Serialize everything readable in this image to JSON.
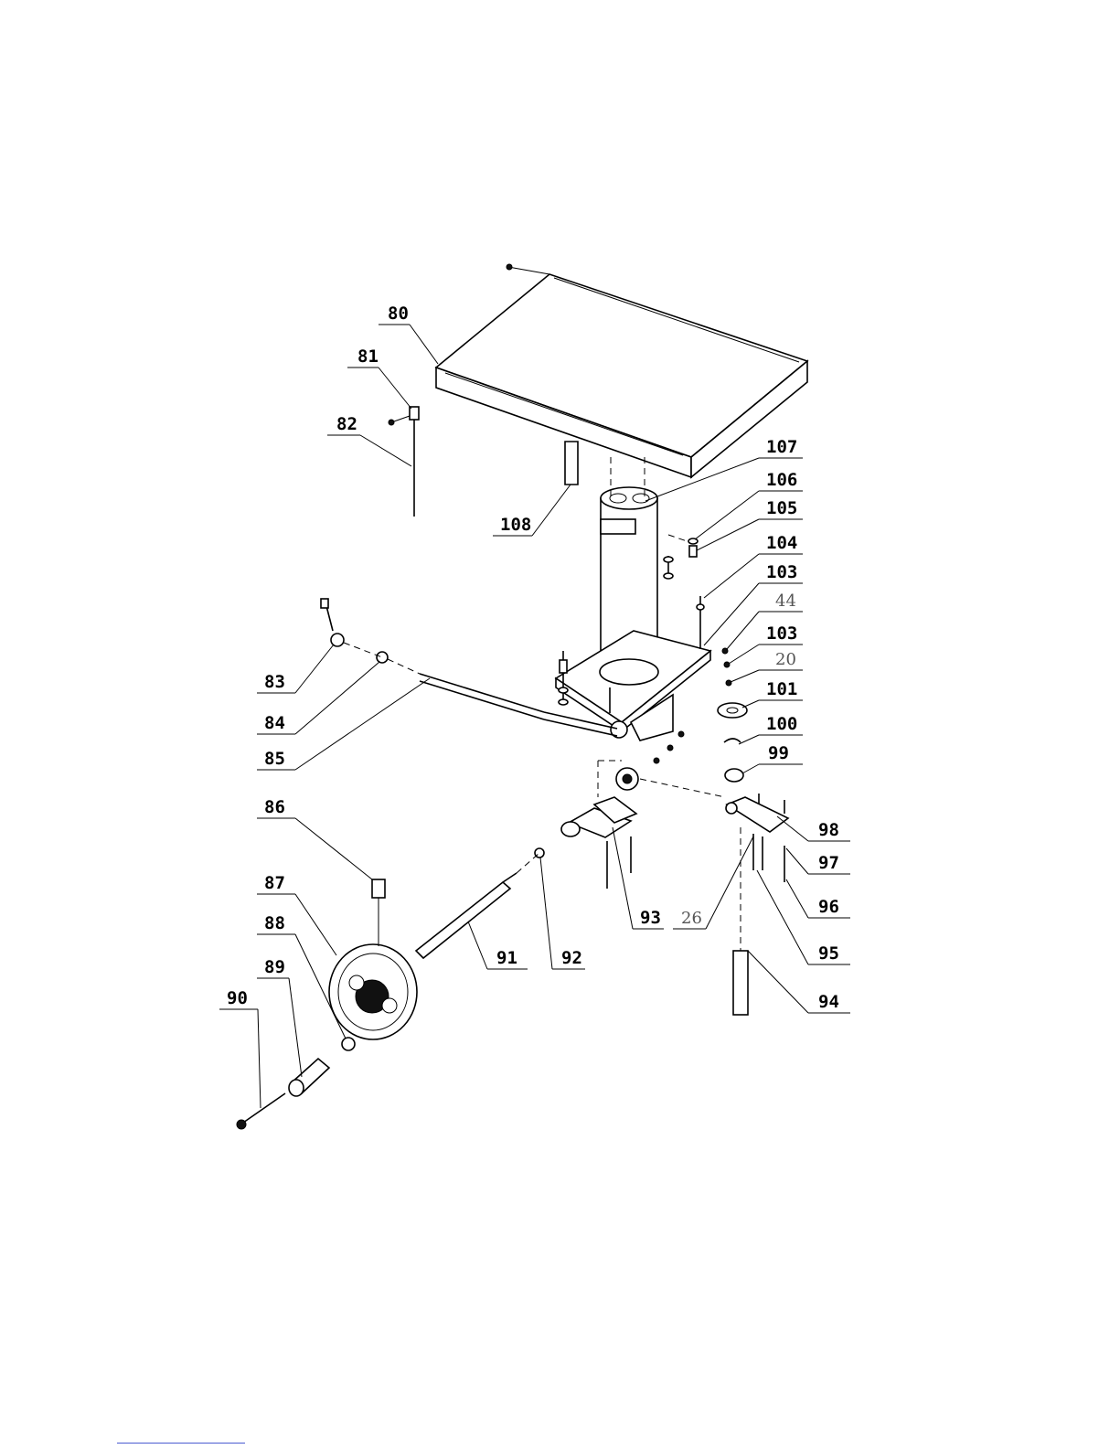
{
  "diagram": {
    "callouts": [
      {
        "id": "80",
        "label": "80"
      },
      {
        "id": "81",
        "label": "81"
      },
      {
        "id": "82",
        "label": "82"
      },
      {
        "id": "108",
        "label": "108"
      },
      {
        "id": "107",
        "label": "107"
      },
      {
        "id": "106",
        "label": "106"
      },
      {
        "id": "105",
        "label": "105"
      },
      {
        "id": "104",
        "label": "104"
      },
      {
        "id": "103a",
        "label": "103"
      },
      {
        "id": "44",
        "label": "44"
      },
      {
        "id": "103b",
        "label": "103"
      },
      {
        "id": "20",
        "label": "20"
      },
      {
        "id": "101",
        "label": "101"
      },
      {
        "id": "100",
        "label": "100"
      },
      {
        "id": "99",
        "label": "99"
      },
      {
        "id": "98",
        "label": "98"
      },
      {
        "id": "97",
        "label": "97"
      },
      {
        "id": "96",
        "label": "96"
      },
      {
        "id": "95",
        "label": "95"
      },
      {
        "id": "94",
        "label": "94"
      },
      {
        "id": "26",
        "label": "26"
      },
      {
        "id": "93",
        "label": "93"
      },
      {
        "id": "92",
        "label": "92"
      },
      {
        "id": "91",
        "label": "91"
      },
      {
        "id": "83",
        "label": "83"
      },
      {
        "id": "84",
        "label": "84"
      },
      {
        "id": "85",
        "label": "85"
      },
      {
        "id": "86",
        "label": "86"
      },
      {
        "id": "87",
        "label": "87"
      },
      {
        "id": "88",
        "label": "88"
      },
      {
        "id": "89",
        "label": "89"
      },
      {
        "id": "90",
        "label": "90"
      }
    ]
  },
  "colors": {
    "ink": "#000000",
    "gray_callout": "#555555",
    "footer_rule": "#4a5bd0"
  }
}
